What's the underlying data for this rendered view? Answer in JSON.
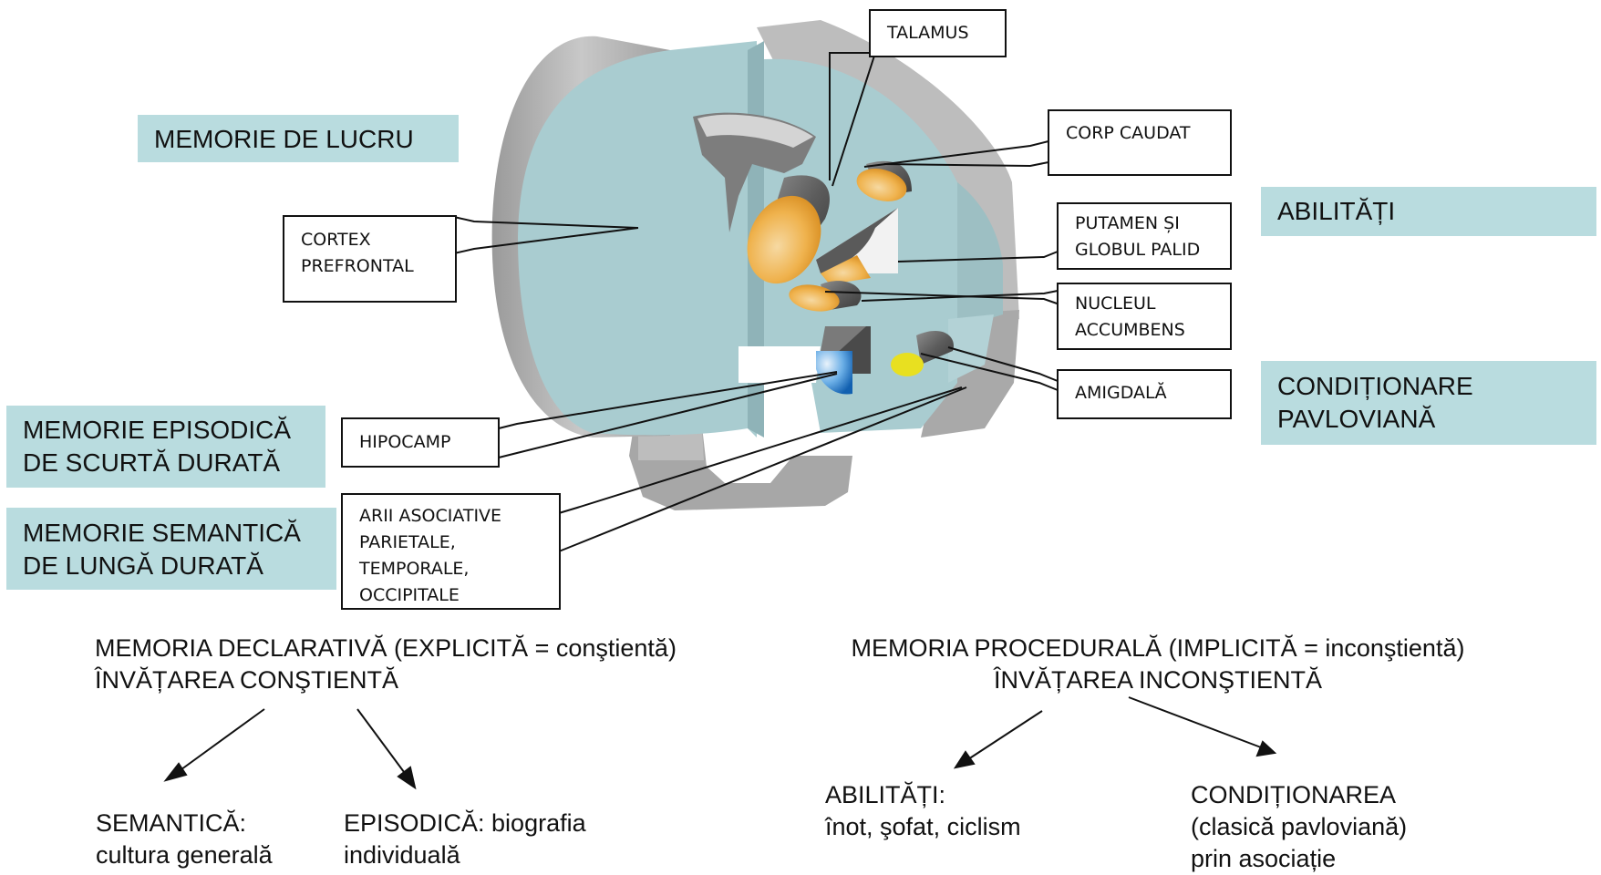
{
  "functions": {
    "working_memory": "MEMORIE DE LUCRU",
    "episodic_short": "MEMORIE EPISODICĂ\nDE SCURTĂ DURATĂ",
    "semantic_long": "MEMORIE SEMANTICĂ\nDE LUNGĂ DURATĂ",
    "skills": "ABILITĂȚI",
    "pavlovian": "CONDIȚIONARE\nPAVLOVIANĂ"
  },
  "structures": {
    "thalamus": "TALAMUS",
    "caudate": "CORP CAUDAT",
    "prefrontal": "CORTEX\nPREFRONTAL",
    "putamen": "PUTAMEN ȘI\nGLOBUL PALID",
    "accumbens": "NUCLEUL\nACCUMBENS",
    "amygdala": "AMIGDALĂ",
    "hippocampus": "HIPOCAMP",
    "association": "ARII ASOCIATIVE\nPARIETALE,\nTEMPORALE,\nOCCIPITALE"
  },
  "declarative": {
    "heading": " MEMORIA DECLARATIVĂ (EXPLICITĂ = conştientă)\nÎNVĂȚAREA CONŞTIENTĂ",
    "semantic": "SEMANTICĂ:\ncultura generală",
    "episodic": "EPISODICĂ: biografia\nindividuală"
  },
  "procedural": {
    "heading": "MEMORIA PROCEDURALĂ (IMPLICITĂ = inconştientă)\nÎNVĂȚAREA INCONŞTIENTĂ",
    "skills": "ABILITĂȚI:\nînot, şofat, ciclism",
    "conditioning": "CONDIȚIONAREA\n(clasică pavloviană)\nprin asociație"
  },
  "colors": {
    "tissue": "#a9ccd0",
    "shell": "#b8b8b8",
    "label_fill": "#b9dcdf",
    "structure_orange": "#f0b24a",
    "hippocampus_blue": "#2a7fd0",
    "amygdala_yellow": "#e8e020"
  }
}
